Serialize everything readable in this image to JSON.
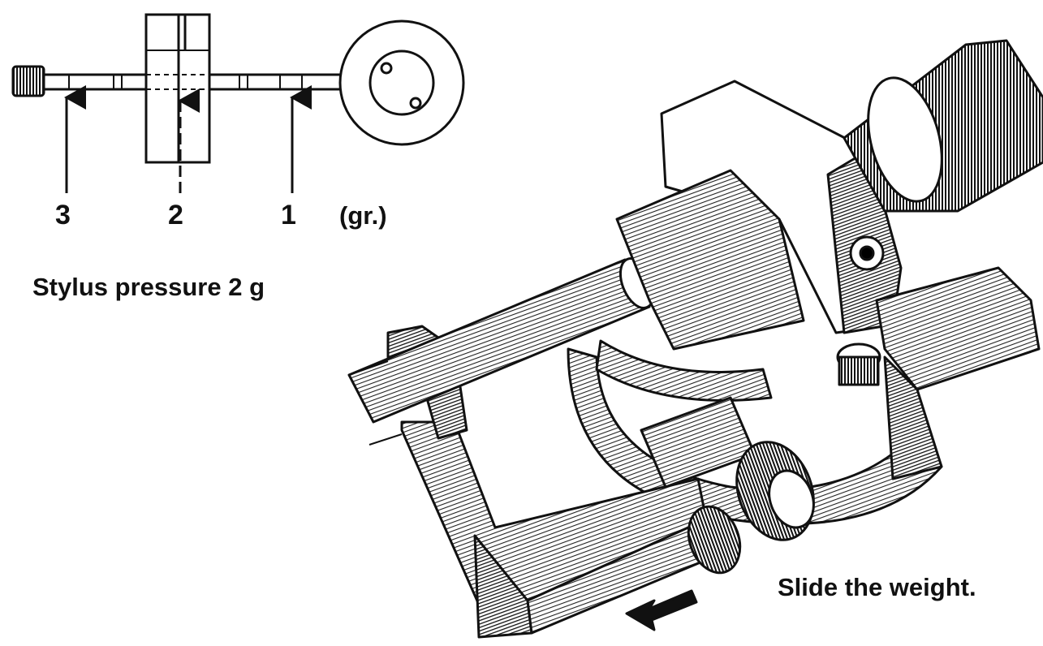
{
  "scale": {
    "marks": [
      "3",
      "2",
      "1"
    ],
    "unit": "(gr.)"
  },
  "captions": {
    "stylus_pressure": "Stylus pressure 2 g",
    "slide_weight": "Slide the weight."
  },
  "colors": {
    "ink": "#111111",
    "paper": "#ffffff",
    "shade": "#6e6e6e"
  }
}
